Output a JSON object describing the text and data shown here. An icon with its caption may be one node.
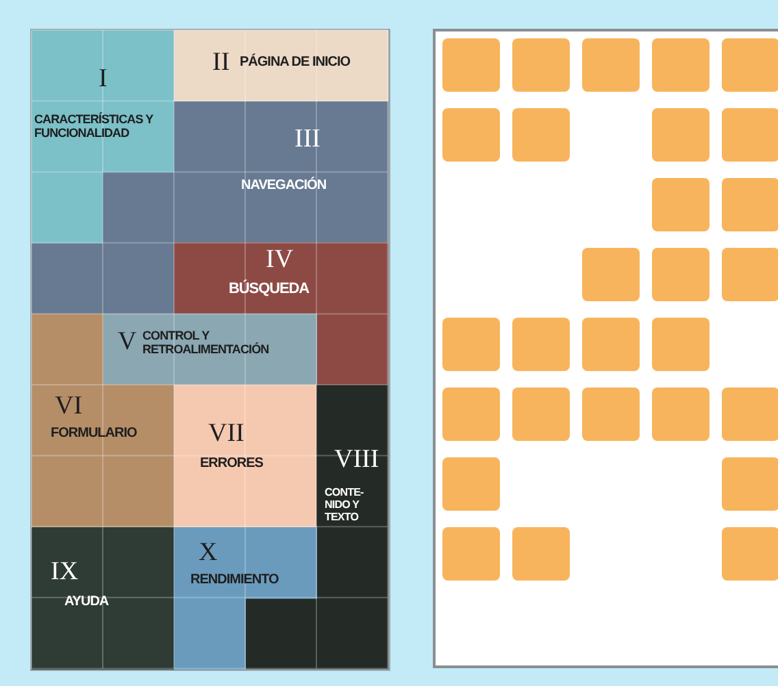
{
  "diagram": {
    "nodes": [
      {
        "text": [
          "I",
          "CARACTERÍSTICAS Y FUNCIONALIDAD"
        ]
      },
      {
        "text": [
          "II",
          "PÁGINA DE INICIO"
        ]
      },
      {
        "text": [
          "III",
          "NAVEGACIÓN"
        ]
      },
      {
        "text": [
          "IV",
          "BÚSQUEDA"
        ]
      },
      {
        "text": [
          "V",
          "CONTROL Y RETROALIMENTACIÓN"
        ]
      },
      {
        "text": [
          "VI",
          "FORMULARIO"
        ]
      },
      {
        "text": [
          "VII",
          "ERRORES"
        ]
      },
      {
        "text": [
          "VIII",
          "CONTE- NIDO Y TEXTO"
        ]
      },
      {
        "text": [
          "IX",
          "AYUDA"
        ]
      },
      {
        "text": [
          "X",
          "RENDIMIENTO"
        ]
      }
    ]
  }
}
